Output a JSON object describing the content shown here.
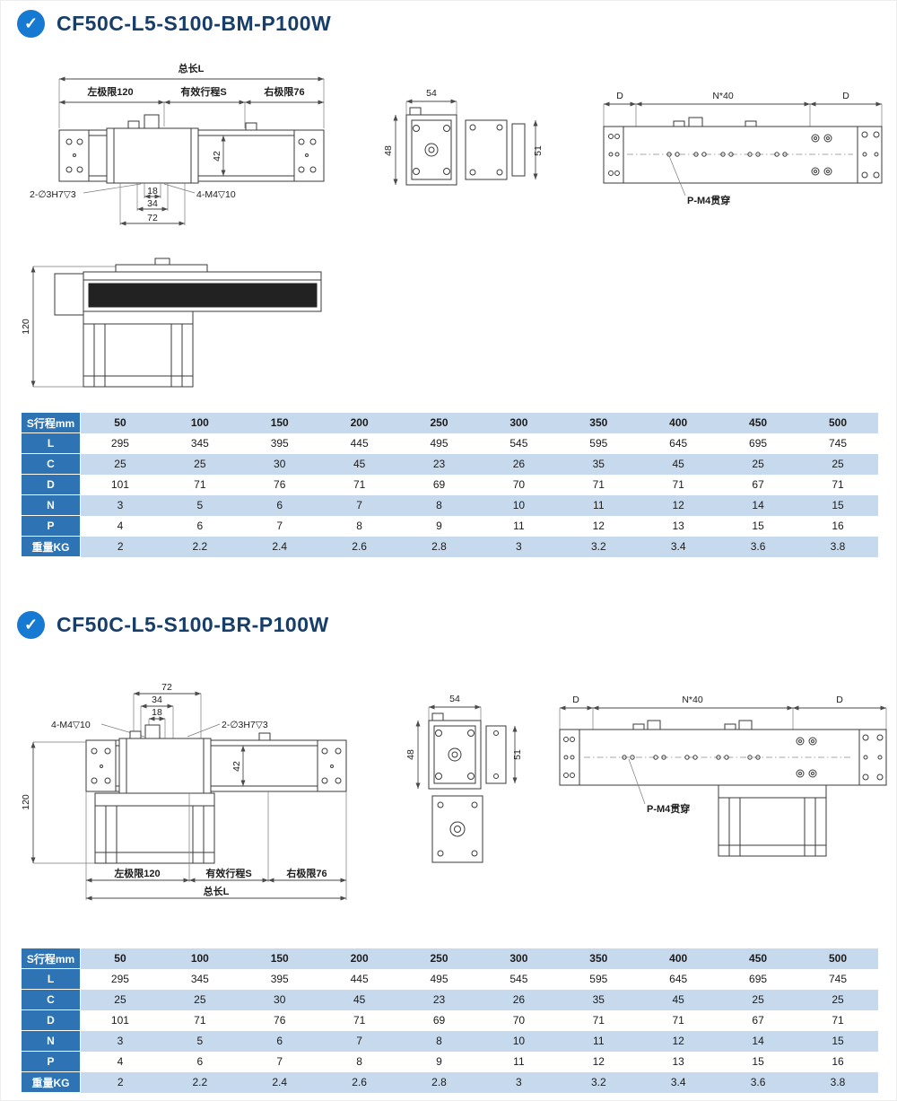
{
  "page": {
    "accent": "#167ad2",
    "title_color": "#173d69",
    "table_label_bg": "#2e74b5",
    "table_band_bg": "#c7d9ec"
  },
  "sections": [
    {
      "badge": "✓",
      "title": "CF50C-L5-S100-BM-P100W",
      "front": {
        "total_length": "总长L",
        "left_limit": "左极限120",
        "stroke": "有效行程S",
        "right_limit": "右极限76",
        "height42": "42",
        "pin_note": "2-∅3H7▽3",
        "dim18": "18",
        "tap_note": "4-M4▽10",
        "dim34": "34",
        "dim72": "72"
      },
      "side": {
        "dim54": "54",
        "dim48": "48",
        "dim51": "51"
      },
      "top": {
        "dimD_left": "D",
        "dimN": "N*40",
        "dimD_right": "D",
        "pm4": "P-M4贯穿"
      },
      "elevation": {
        "dim120": "120"
      },
      "table": {
        "stroke_label": "S行程mm",
        "strokes": [
          "50",
          "100",
          "150",
          "200",
          "250",
          "300",
          "350",
          "400",
          "450",
          "500"
        ],
        "rows": [
          {
            "label": "L",
            "values": [
              "295",
              "345",
              "395",
              "445",
              "495",
              "545",
              "595",
              "645",
              "695",
              "745"
            ]
          },
          {
            "label": "C",
            "values": [
              "25",
              "25",
              "30",
              "45",
              "23",
              "26",
              "35",
              "45",
              "25",
              "25"
            ]
          },
          {
            "label": "D",
            "values": [
              "101",
              "71",
              "76",
              "71",
              "69",
              "70",
              "71",
              "71",
              "67",
              "71"
            ]
          },
          {
            "label": "N",
            "values": [
              "3",
              "5",
              "6",
              "7",
              "8",
              "10",
              "11",
              "12",
              "14",
              "15"
            ]
          },
          {
            "label": "P",
            "values": [
              "4",
              "6",
              "7",
              "8",
              "9",
              "11",
              "12",
              "13",
              "15",
              "16"
            ]
          },
          {
            "label": "重量KG",
            "values": [
              "2",
              "2.2",
              "2.4",
              "2.6",
              "2.8",
              "3",
              "3.2",
              "3.4",
              "3.6",
              "3.8"
            ]
          }
        ]
      }
    },
    {
      "badge": "✓",
      "title": "CF50C-L5-S100-BR-P100W",
      "front": {
        "dim72": "72",
        "dim34": "34",
        "dim18": "18",
        "tap_note": "4-M4▽10",
        "pin_note": "2-∅3H7▽3",
        "height42": "42",
        "dim120": "120",
        "left_limit": "左极限120",
        "stroke": "有效行程S",
        "right_limit": "右极限76",
        "total_length": "总长L"
      },
      "side": {
        "dim54": "54",
        "dim48": "48",
        "dim51": "51"
      },
      "top": {
        "dimD_left": "D",
        "dimN": "N*40",
        "dimD_right": "D",
        "pm4": "P-M4贯穿"
      },
      "table": {
        "stroke_label": "S行程mm",
        "strokes": [
          "50",
          "100",
          "150",
          "200",
          "250",
          "300",
          "350",
          "400",
          "450",
          "500"
        ],
        "rows": [
          {
            "label": "L",
            "values": [
              "295",
              "345",
              "395",
              "445",
              "495",
              "545",
              "595",
              "645",
              "695",
              "745"
            ]
          },
          {
            "label": "C",
            "values": [
              "25",
              "25",
              "30",
              "45",
              "23",
              "26",
              "35",
              "45",
              "25",
              "25"
            ]
          },
          {
            "label": "D",
            "values": [
              "101",
              "71",
              "76",
              "71",
              "69",
              "70",
              "71",
              "71",
              "67",
              "71"
            ]
          },
          {
            "label": "N",
            "values": [
              "3",
              "5",
              "6",
              "7",
              "8",
              "10",
              "11",
              "12",
              "14",
              "15"
            ]
          },
          {
            "label": "P",
            "values": [
              "4",
              "6",
              "7",
              "8",
              "9",
              "11",
              "12",
              "13",
              "15",
              "16"
            ]
          },
          {
            "label": "重量KG",
            "values": [
              "2",
              "2.2",
              "2.4",
              "2.6",
              "2.8",
              "3",
              "3.2",
              "3.4",
              "3.6",
              "3.8"
            ]
          }
        ]
      }
    }
  ]
}
